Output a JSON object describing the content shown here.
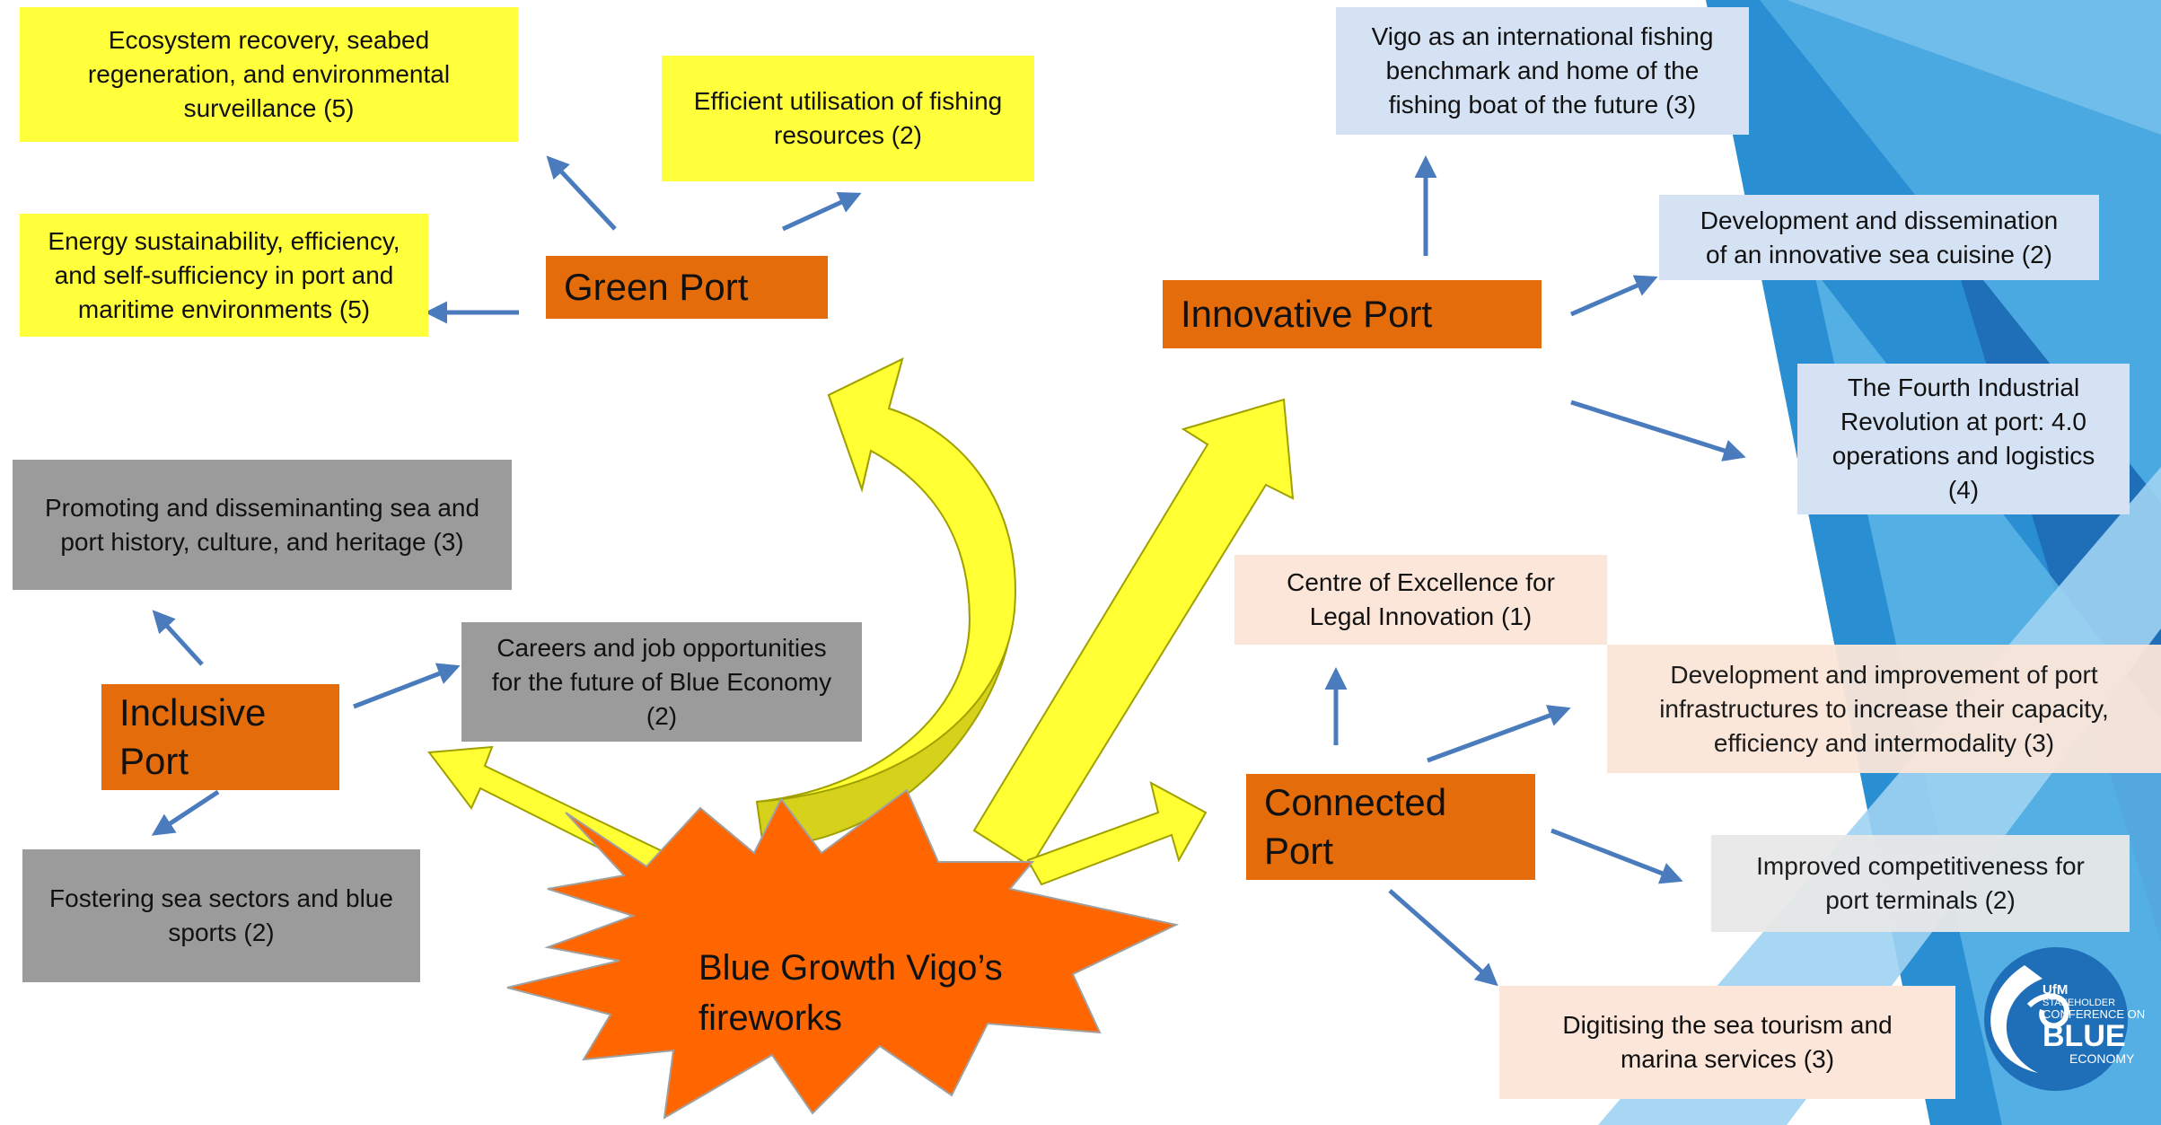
{
  "hub": {
    "label_line1": "Blue Growth Vigo’s",
    "label_line2": "fireworks"
  },
  "ports": {
    "green": "Green Port",
    "innovative": "Innovative Port",
    "inclusive_line1": "Inclusive",
    "inclusive_line2": "Port",
    "connected_line1": "Connected",
    "connected_line2": "Port"
  },
  "green_items": [
    {
      "l1": "Ecosystem recovery, seabed",
      "l2": "regeneration, and environmental",
      "l3": "surveillance (5)"
    },
    {
      "l1": "Efficient utilisation of fishing",
      "l2": "resources (2)"
    },
    {
      "l1": "Energy sustainability, efficiency,",
      "l2": "and self-sufficiency in port and",
      "l3": "maritime environments (5)"
    }
  ],
  "inclusive_items": [
    {
      "l1": "Promoting and disseminanting sea and",
      "l2": "port history, culture, and heritage (3)"
    },
    {
      "l1": "Careers and job opportunities",
      "l2": "for the future of Blue Economy",
      "l3": "(2)"
    },
    {
      "l1": "Fostering sea sectors and blue",
      "l2": "sports (2)"
    }
  ],
  "innovative_items": [
    {
      "l1": "Vigo as an international fishing",
      "l2": "benchmark and home of the",
      "l3": "fishing boat of the future (3)"
    },
    {
      "l1": "Development and dissemination",
      "l2": "of an innovative sea cuisine (2)"
    },
    {
      "l1": "The Fourth Industrial",
      "l2": "Revolution at port: 4.0",
      "l3": "operations and logistics",
      "l4": "(4)"
    }
  ],
  "connected_items": [
    {
      "l1": "Centre of Excellence for",
      "l2": "Legal Innovation (1)"
    },
    {
      "l1": "Development and improvement of port",
      "l2": "infrastructures to increase their capacity,",
      "l3": "efficiency and intermodality (3)"
    },
    {
      "l1": "Improved competitiveness for",
      "l2": "port terminals (2)"
    },
    {
      "l1": "Digitising the sea tourism and",
      "l2": "marina services (3)"
    }
  ],
  "logo": {
    "line1": "UfM",
    "line2": "STAKEHOLDER",
    "line3": "CONFERENCE ON",
    "line4": "BLUE",
    "line5": "ECONOMY"
  },
  "colors": {
    "green_items": "#ffff3c",
    "inclusive_items": "#9b9b9b",
    "innovative_items": "#d4e2f3",
    "connected_items": "#fbe6d9",
    "port": "#e46c0a",
    "arrow": "#4a7bbd",
    "big_arrow": "#ffff33",
    "burst": "#ff6600"
  }
}
